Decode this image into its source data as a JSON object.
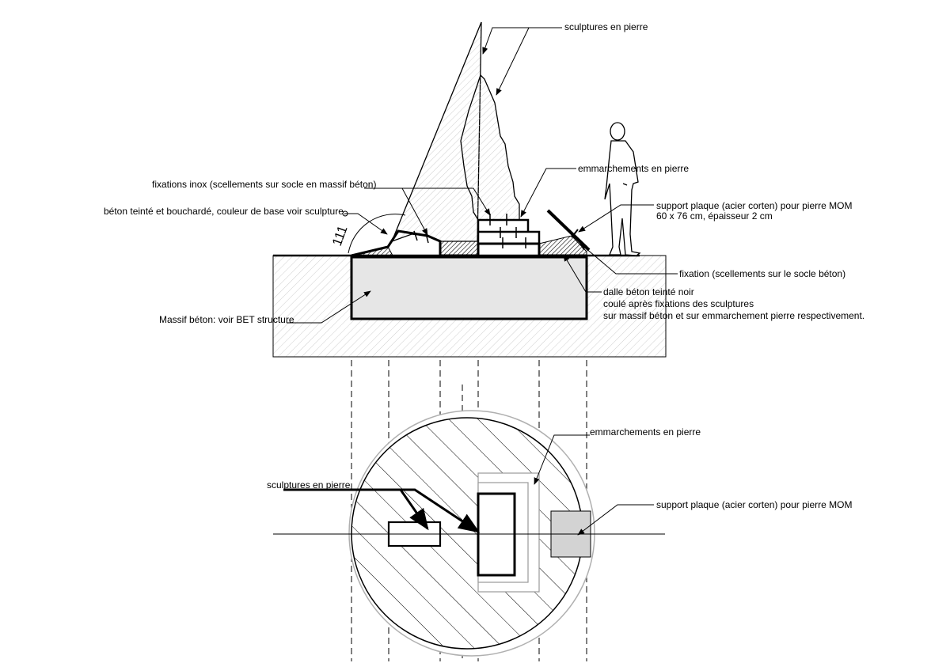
{
  "section_view": {
    "labels": {
      "sculptures": "sculptures en pierre",
      "emmarchements": "emmarchements en pierre",
      "fixations_inox": "fixations inox (scellements sur socle en massif béton)",
      "beton_teinte": "béton teinté et bouchardé, couleur de base voir sculpture.",
      "support_plaque_1": "support plaque (acier corten) pour pierre MOM",
      "support_plaque_2": "60 x 76 cm, épaisseur 2 cm",
      "fixation": "fixation (scellements sur le socle béton)",
      "dalle_1": "dalle béton teinté noir",
      "dalle_2": "coulé après fixations des sculptures",
      "dalle_3": "sur massif béton et sur emmarchement pierre respectivement.",
      "massif": "Massif béton: voir BET structure"
    },
    "angle": "111"
  },
  "plan_view": {
    "labels": {
      "emmarchements": "emmarchements en pierre",
      "sculptures": "sculptures en pierre",
      "support_plaque": "support plaque (acier corten) pour pierre MOM"
    }
  },
  "colors": {
    "line": "#000000",
    "hatch": "#c8c8c8",
    "massif_fill": "#e6e6e6",
    "plate_fill": "#d3d3d3",
    "ring": "#b0b0b0"
  }
}
